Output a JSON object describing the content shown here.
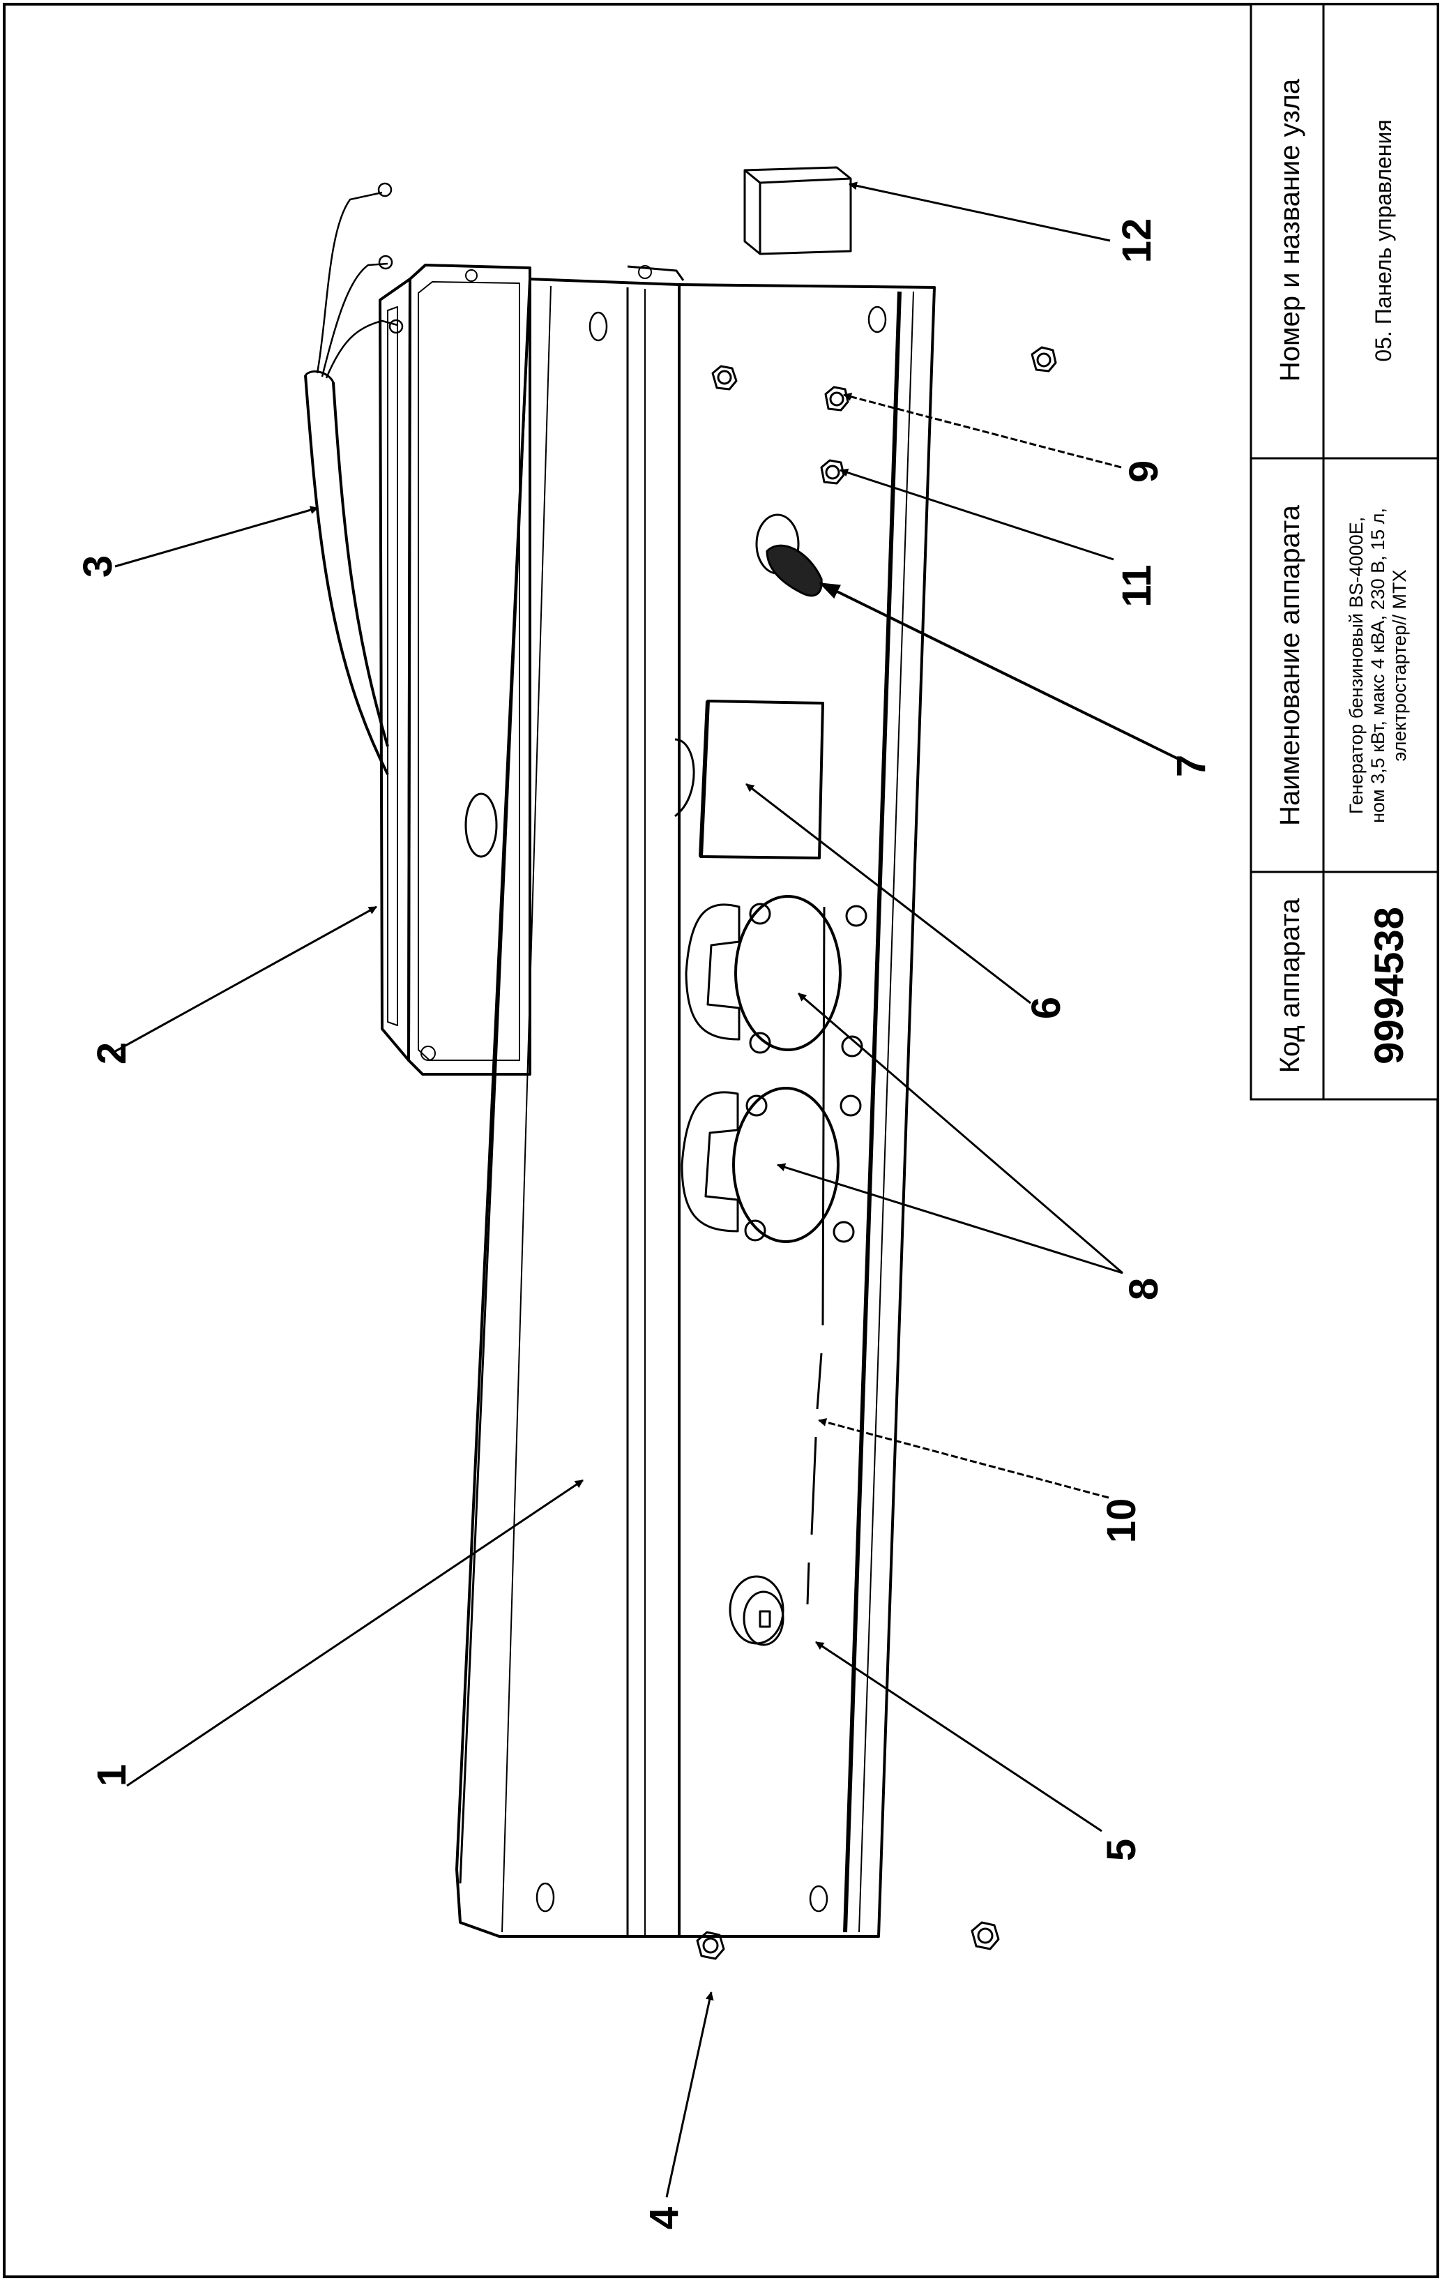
{
  "title_block": {
    "code_header": "Код аппарата",
    "code_value": "9994538",
    "name_header": "Наименование аппарата",
    "name_lines": [
      "Генератор бензиновый BS-4000E,",
      "ном 3,5 кВт, макс 4 кВА, 230 В, 15 л,",
      "электростартер// MTX"
    ],
    "node_header": "Номер и название узла",
    "node_value": "05. Панель управления"
  },
  "callouts": [
    {
      "id": "1",
      "label": "1"
    },
    {
      "id": "2",
      "label": "2"
    },
    {
      "id": "3",
      "label": "3"
    },
    {
      "id": "4",
      "label": "4"
    },
    {
      "id": "5",
      "label": "5"
    },
    {
      "id": "6",
      "label": "6"
    },
    {
      "id": "7",
      "label": "7"
    },
    {
      "id": "8",
      "label": "8"
    },
    {
      "id": "9",
      "label": "9"
    },
    {
      "id": "10",
      "label": "10"
    },
    {
      "id": "11",
      "label": "11"
    },
    {
      "id": "12",
      "label": "12"
    }
  ]
}
